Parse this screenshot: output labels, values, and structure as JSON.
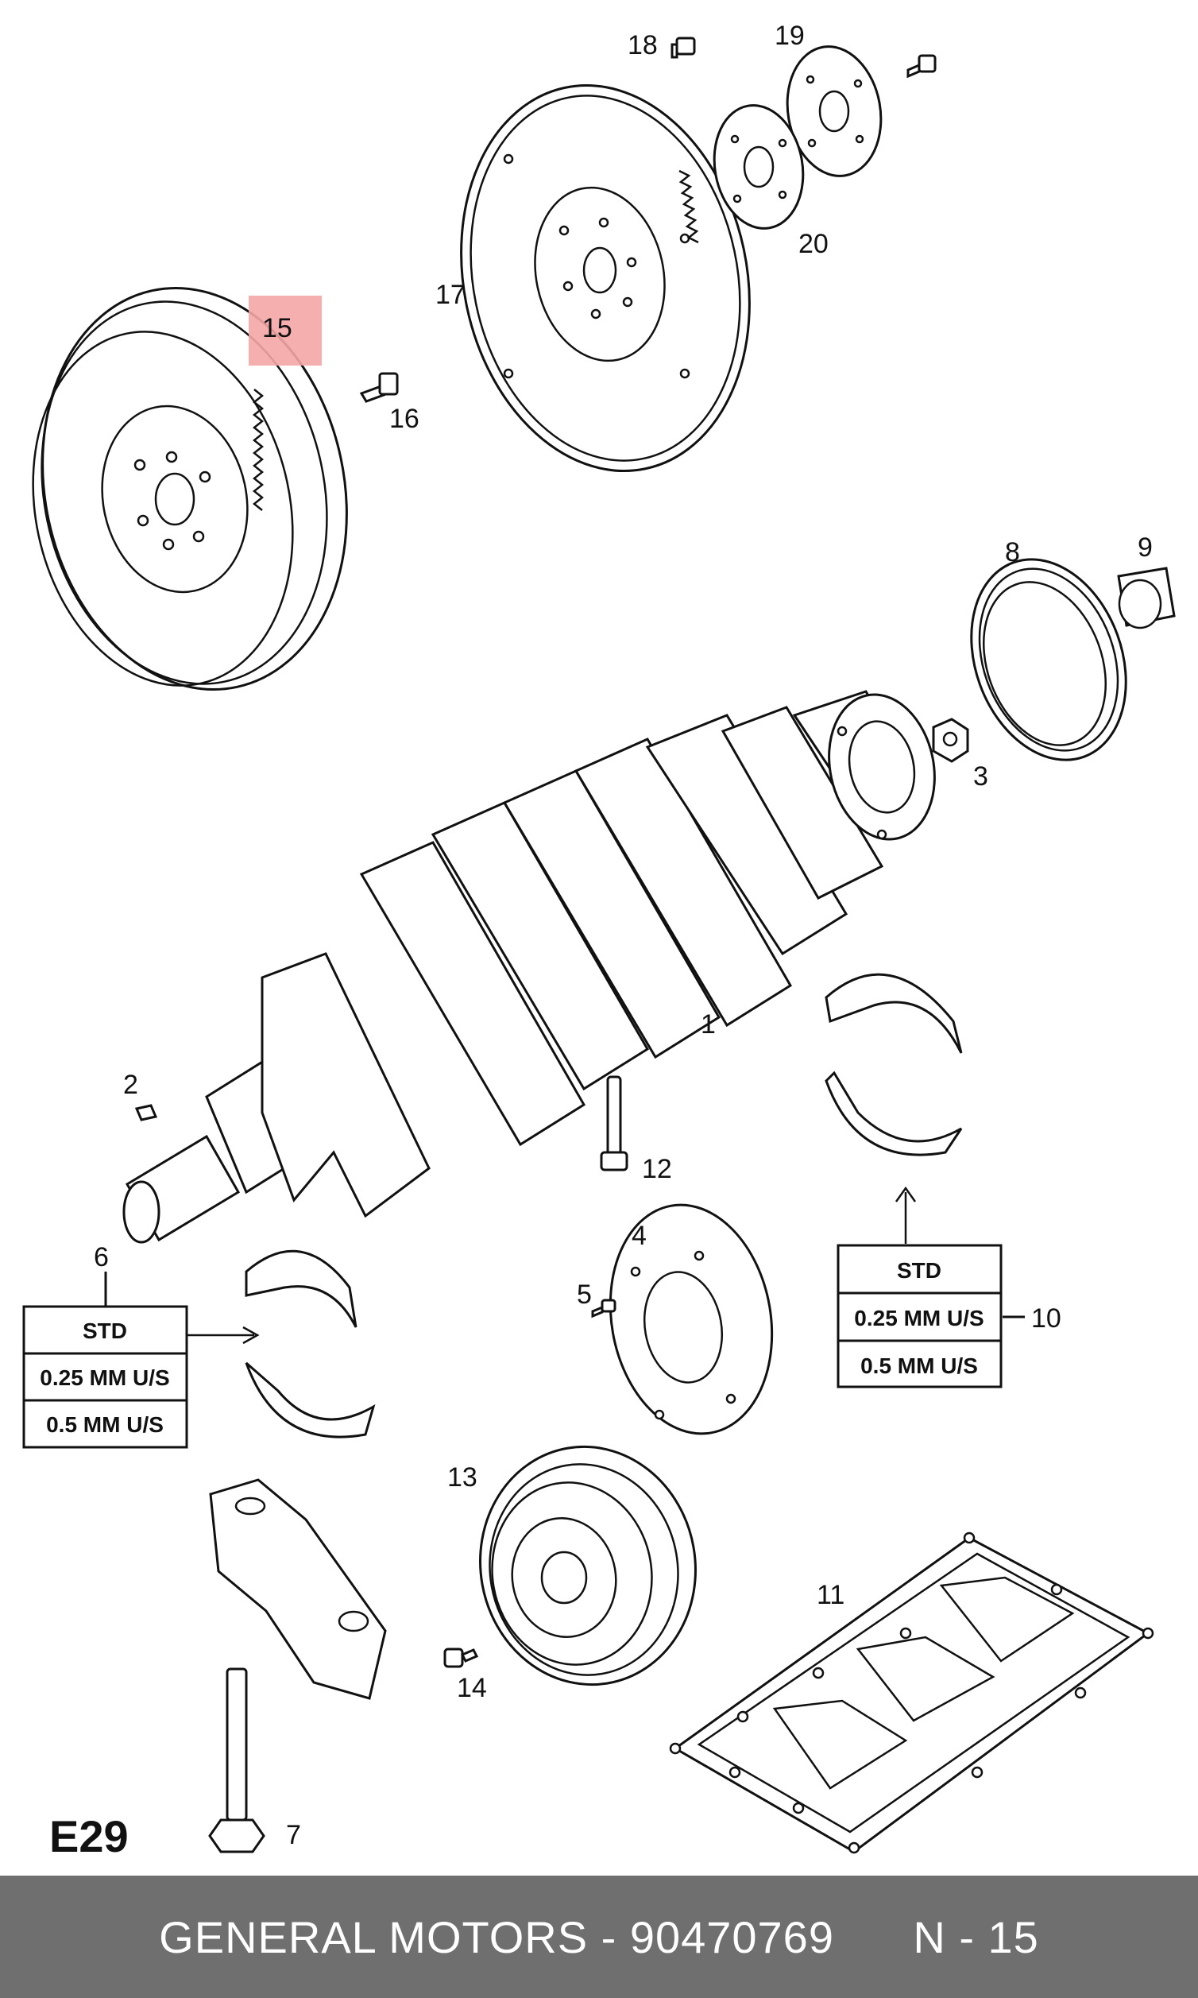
{
  "section_code": "E29",
  "highlight_color": "#f4a6a6",
  "callouts": {
    "c1": "1",
    "c2": "2",
    "c3": "3",
    "c4": "4",
    "c5": "5",
    "c6": "6",
    "c7": "7",
    "c8": "8",
    "c9": "9",
    "c10": "10",
    "c11": "11",
    "c12": "12",
    "c13": "13",
    "c14": "14",
    "c15": "15",
    "c16": "16",
    "c17": "17",
    "c18": "18",
    "c19": "19",
    "c20": "20"
  },
  "bearing_table_left": {
    "rows": [
      "STD",
      "0.25 MM U/S",
      "0.5 MM U/S"
    ]
  },
  "bearing_table_right": {
    "rows": [
      "STD",
      "0.25 MM U/S",
      "0.5 MM U/S"
    ]
  },
  "footer": {
    "brand_part": "GENERAL MOTORS - 90470769",
    "position": "N - 15"
  }
}
